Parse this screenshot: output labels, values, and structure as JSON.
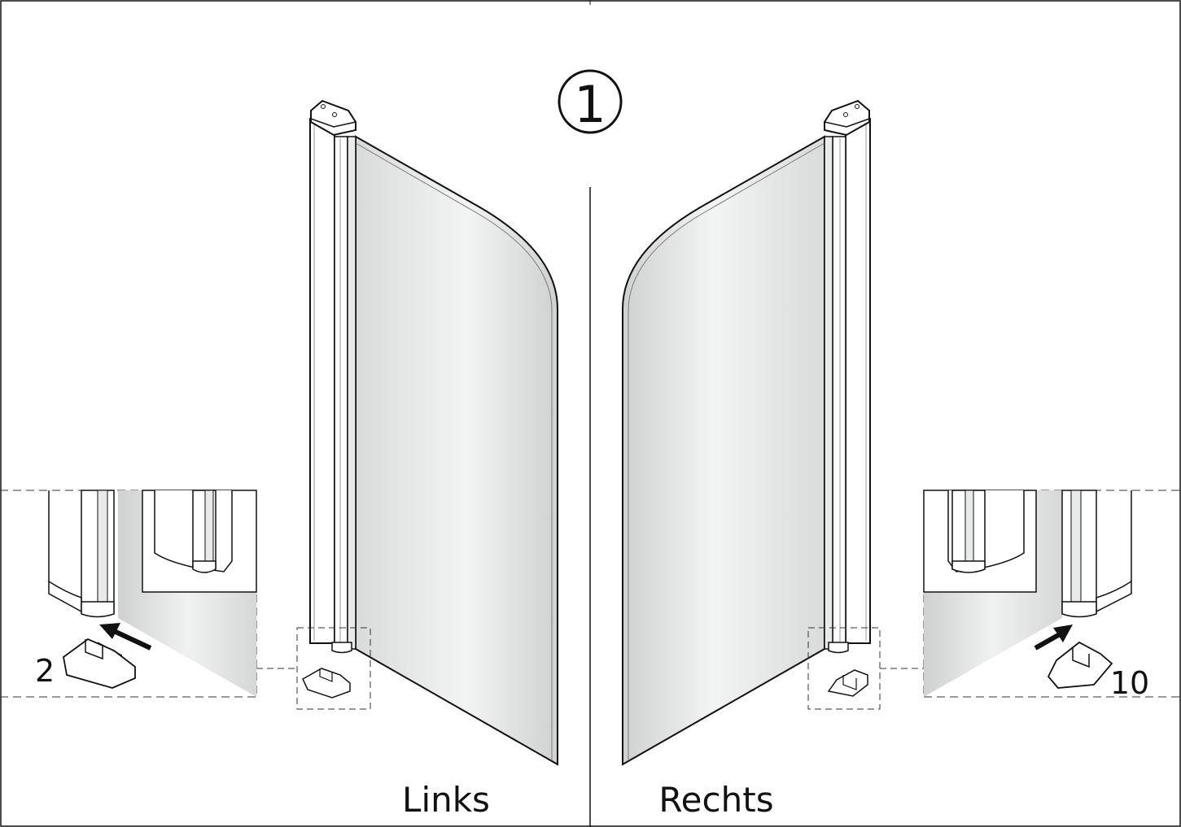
{
  "step": {
    "number": "1"
  },
  "left": {
    "label": "Links",
    "part_number": "2"
  },
  "right": {
    "label": "Rechts",
    "part_number": "10"
  },
  "colors": {
    "line": "#1a1a1a",
    "glass_light": "#f6f7f7",
    "glass_dark": "#d3d5d5",
    "profile": "#ffffff",
    "shadow": "#bfc1c1"
  }
}
